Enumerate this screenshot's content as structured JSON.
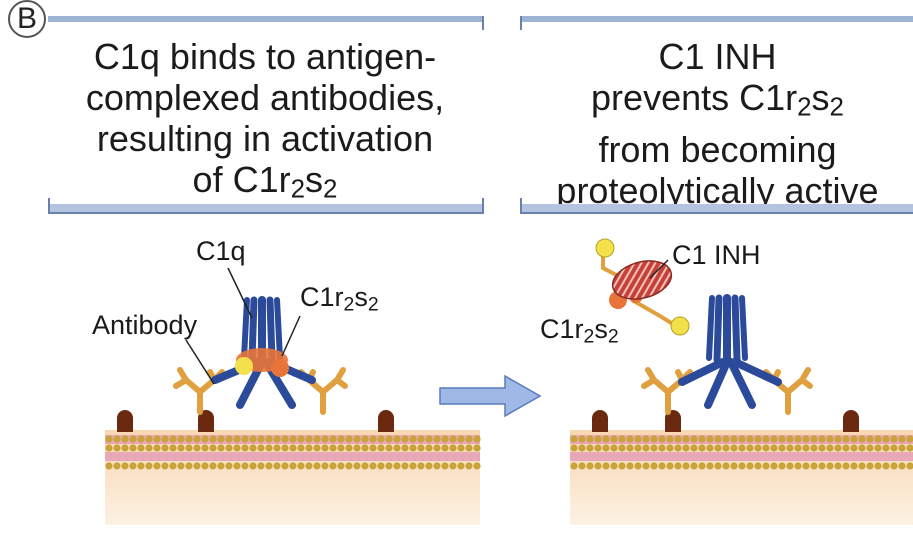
{
  "panel_label": "B",
  "left_caption": {
    "line1": "C1q binds to antigen-",
    "line2": "complexed antibodies,",
    "line3": "resulting in activation",
    "line4_prefix": "of C1r",
    "line4_sub1": "2",
    "line4_mid": "s",
    "line4_sub2": "2"
  },
  "right_caption": {
    "line1": "C1 INH",
    "line2_prefix": "prevents C1r",
    "line2_sub1": "2",
    "line2_mid": "s",
    "line2_sub2": "2",
    "line3": "from becoming",
    "line4": "proteolytically active"
  },
  "left_labels": {
    "c1q": "C1q",
    "antibody": "Antibody",
    "c1r2s2_prefix": "C1r",
    "c1r2s2_sub1": "2",
    "c1r2s2_mid": "s",
    "c1r2s2_sub2": "2"
  },
  "right_labels": {
    "c1inh": "C1 INH",
    "c1r2s2_prefix": "C1r",
    "c1r2s2_sub1": "2",
    "c1r2s2_mid": "s",
    "c1r2s2_sub2": "2"
  },
  "colors": {
    "c1q": "#2c4a9a",
    "antibody": "#e0a040",
    "c1r": "#e8743a",
    "c1s": "#f2e14a",
    "c1inh": "#c8403a",
    "membrane_bead": "#c9a23a",
    "membrane_pink": "#e8a8b8",
    "arrow": "#9fb8e6"
  }
}
